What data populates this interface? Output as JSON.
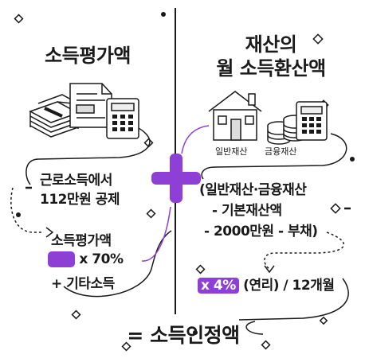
{
  "left": {
    "title": "소득평가액",
    "deduction_line1": "근로소득에서",
    "deduction_line2": "112만원 공제",
    "formula_line1": "소득평가액",
    "formula_line2": "x 70%",
    "formula_line3": "+ 기타소득"
  },
  "right": {
    "title_line1": "재산의",
    "title_line2": "월 소득환산액",
    "icon_label_house": "일반재산",
    "icon_label_coins": "금융재산",
    "formula_line1": "(일반재산·금융재산",
    "formula_line2": "- 기본재산액",
    "formula_line3": "- 2000만원 - 부채)",
    "rate_highlight": "x 4%",
    "rate_rest": "(연리) / 12개월"
  },
  "bottom": {
    "result": "= 소득인정액"
  },
  "colors": {
    "accent": "#8e3fd6",
    "ink": "#1a1a1a"
  }
}
